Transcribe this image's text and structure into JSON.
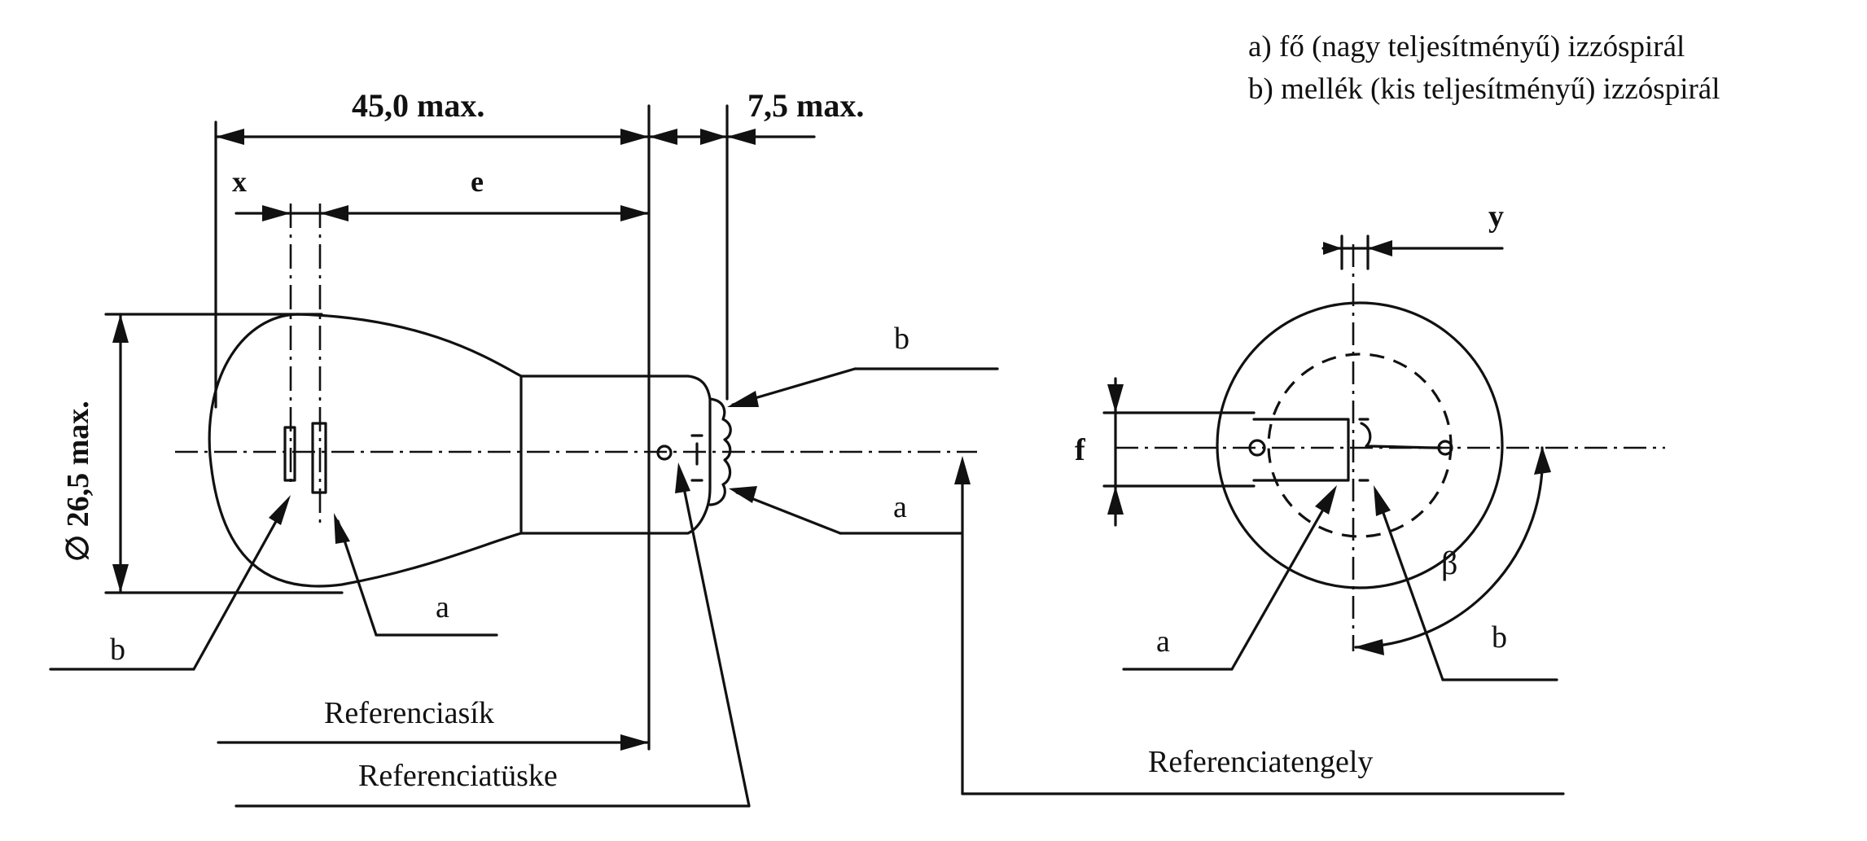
{
  "legend": {
    "line_a": "a) fő (nagy teljesítményű) izzóspirál",
    "line_b": "b) mellék (kis teljesítményű) izzóspirál"
  },
  "dimensions": {
    "overall_length": "45,0 max.",
    "pin_length": "7,5 max.",
    "diameter": "∅ 26,5 max.",
    "x": "x",
    "e": "e",
    "y": "y",
    "f": "f",
    "beta": "β"
  },
  "labels": {
    "a": "a",
    "b": "b",
    "reference_plane": "Referenciasík",
    "reference_pin": "Referenciatüske",
    "reference_axis": "Referenciatengely"
  }
}
